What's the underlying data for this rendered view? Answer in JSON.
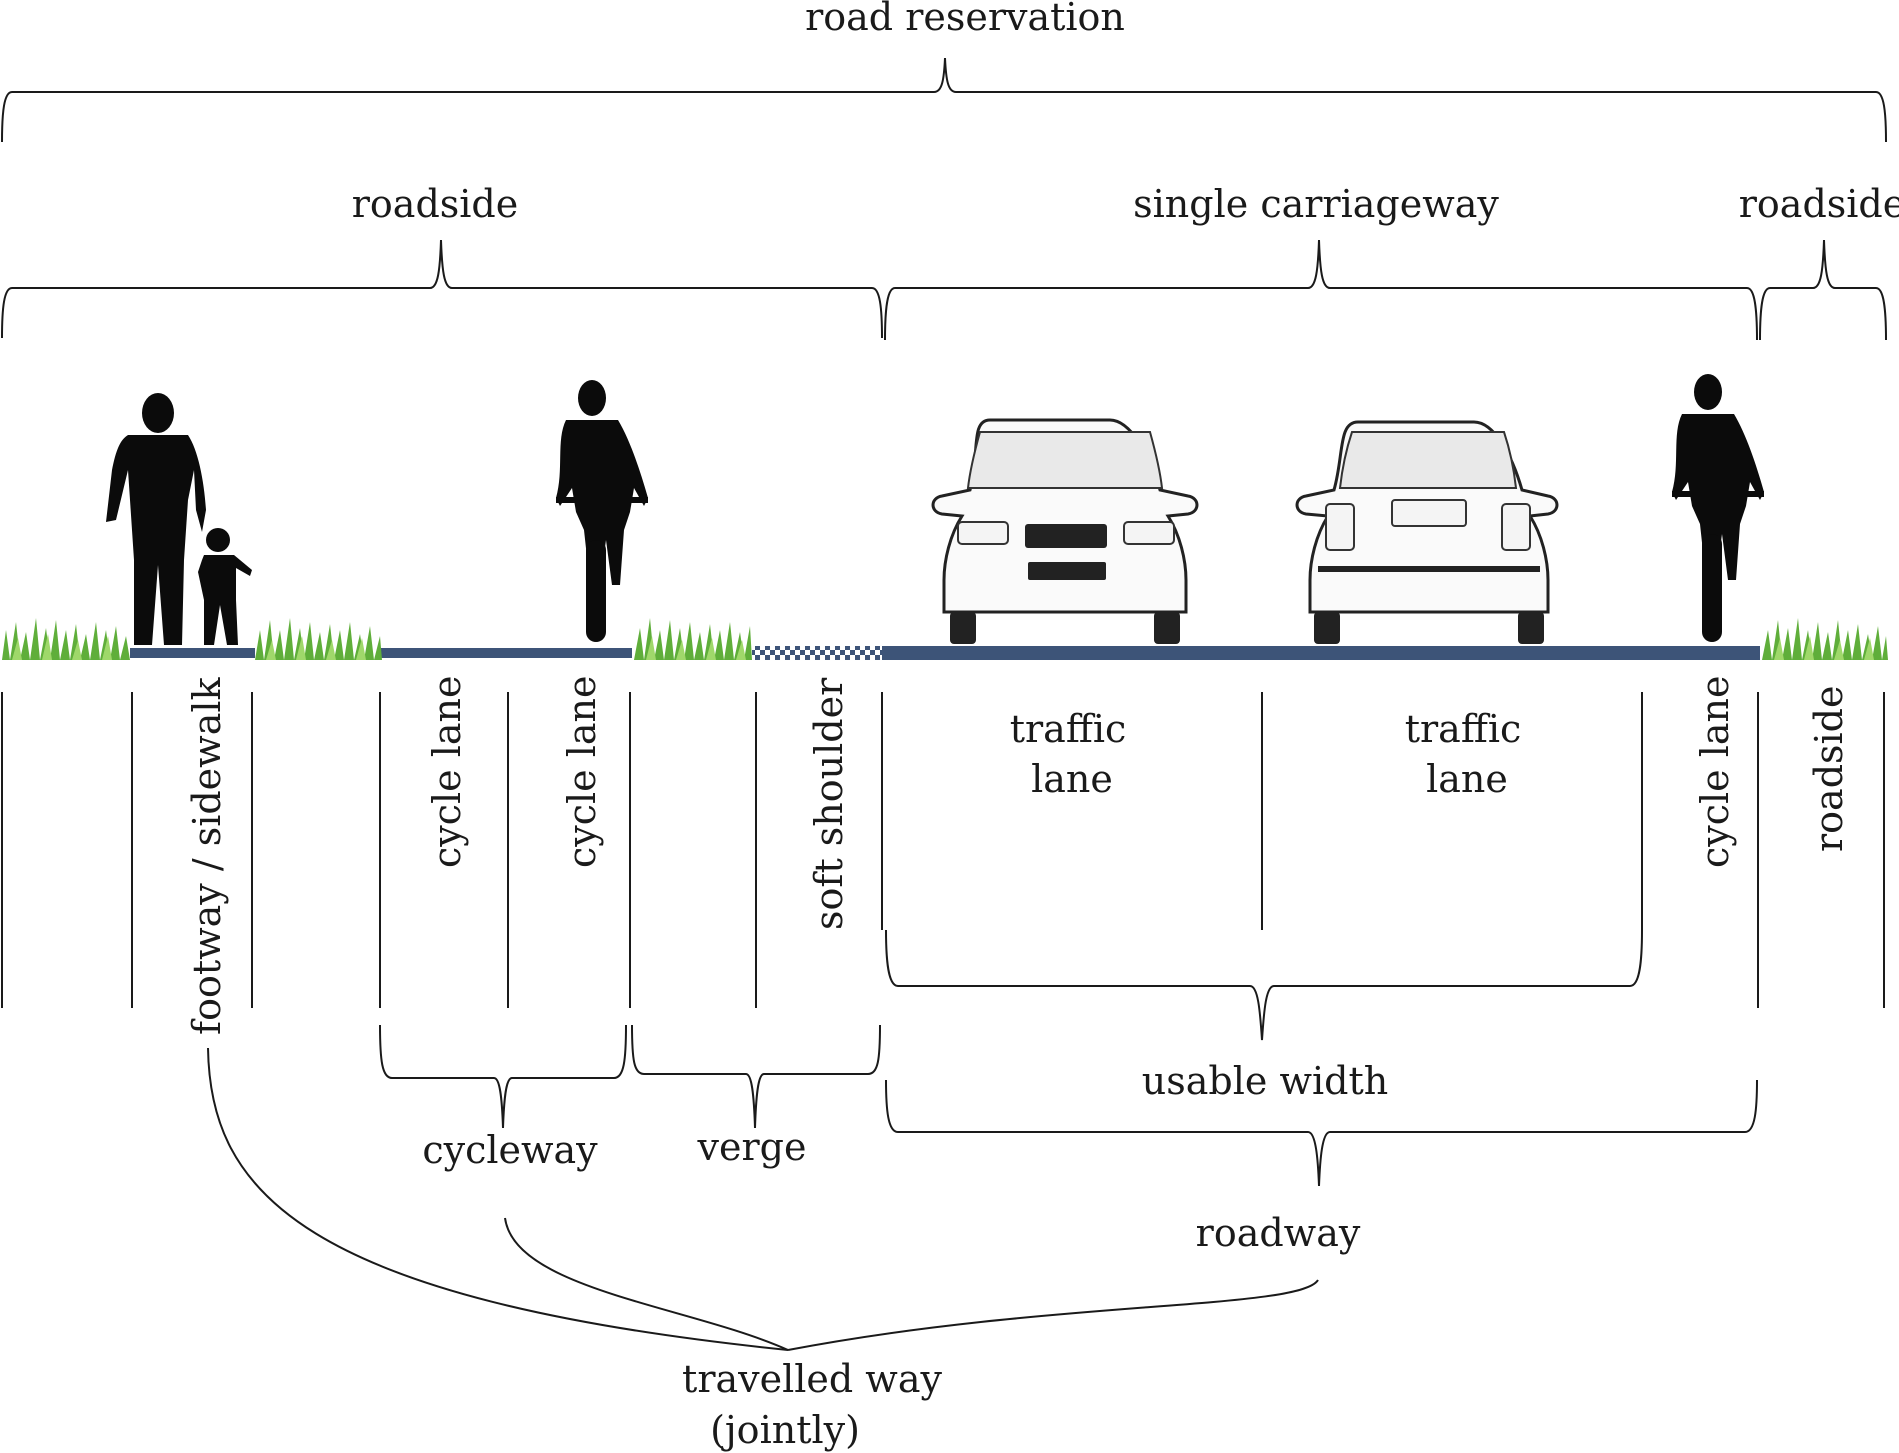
{
  "labels": {
    "road_reservation": "road reservation",
    "roadside_left": "roadside",
    "single_carriageway": "single carriageway",
    "roadside_right": "roadside",
    "footway": "footway / sidewalk",
    "cycle_lane_1": "cycle lane",
    "cycle_lane_2": "cycle lane",
    "soft_shoulder": "soft shoulder",
    "traffic_lane_1": [
      "traffic",
      "lane"
    ],
    "traffic_lane_2": [
      "traffic",
      "lane"
    ],
    "cycle_lane_3": "cycle lane",
    "roadside_column": "roadside",
    "cycleway": "cycleway",
    "verge": "verge",
    "usable_width": "usable width",
    "roadway": "roadway",
    "travelled_way": [
      "travelled way",
      "(jointly)"
    ]
  },
  "colors": {
    "pavement": "#3d5478",
    "grass": "#5fae3a",
    "grass_light": "#9fd86a",
    "ink": "#1a1a1a"
  },
  "icons": [
    "pedestrian-adult-silhouette",
    "pedestrian-child-silhouette",
    "cyclist-silhouette",
    "car-front",
    "car-rear",
    "grass"
  ]
}
